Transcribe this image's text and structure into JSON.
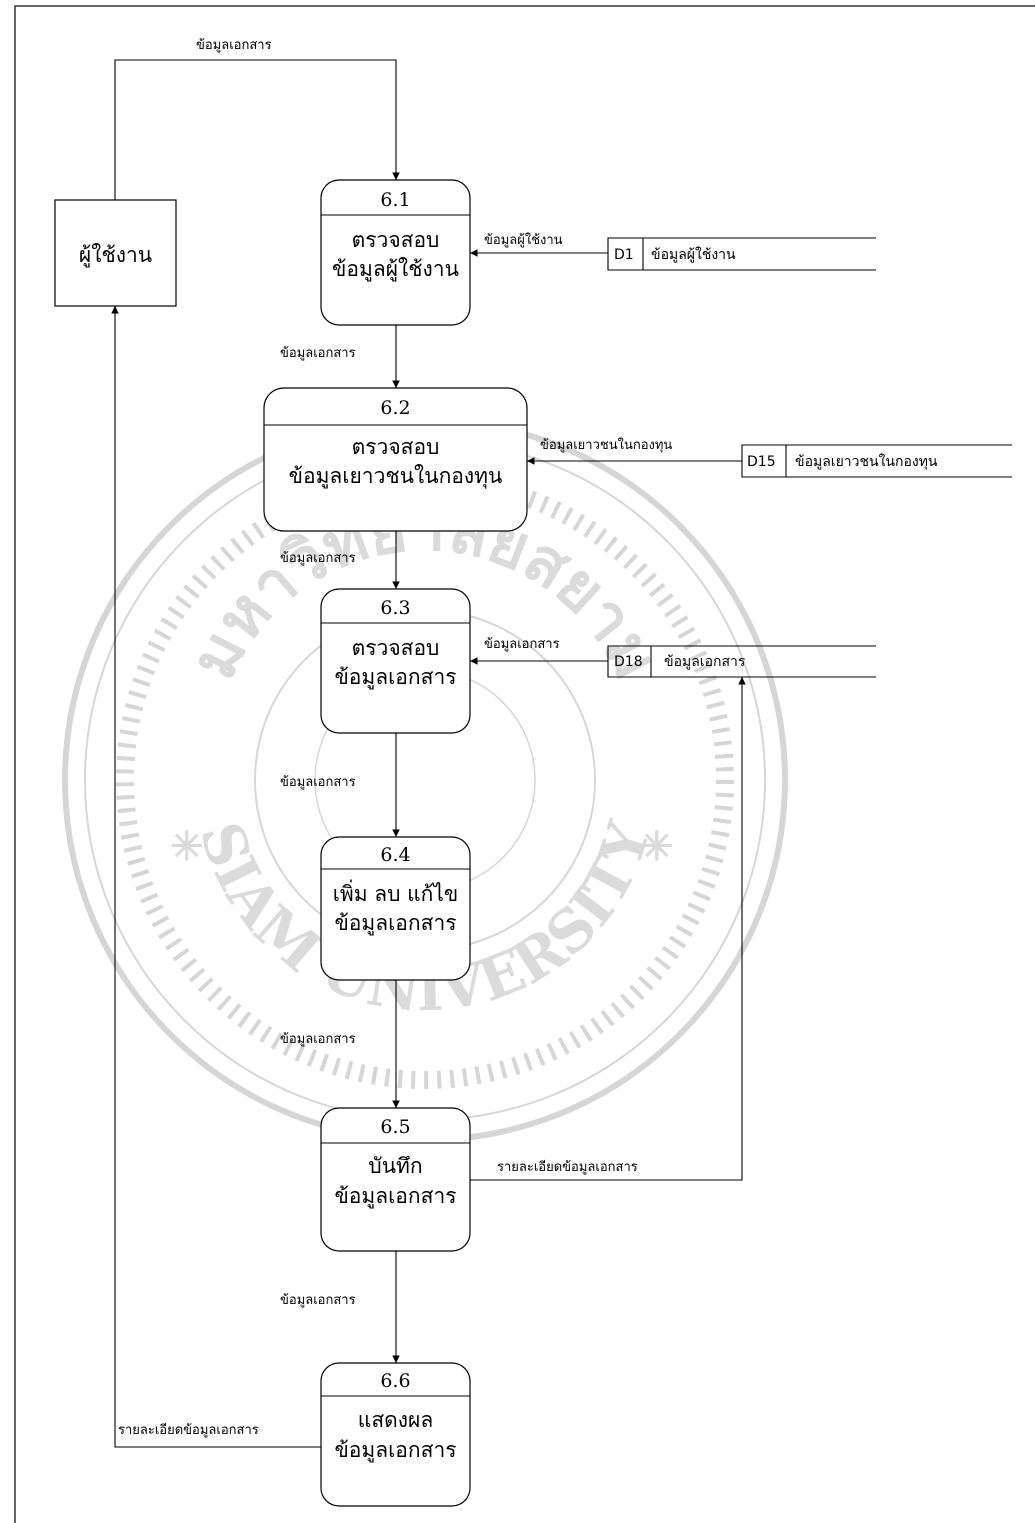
{
  "external_entity": {
    "label": "ผู้ใช้งาน"
  },
  "processes": [
    {
      "id": "6.1",
      "lines": [
        "ตรวจสอบ",
        "ข้อมูลผู้ใช้งาน"
      ]
    },
    {
      "id": "6.2",
      "lines": [
        "ตรวจสอบ",
        "ข้อมูลเยาวชนในกองทุน"
      ]
    },
    {
      "id": "6.3",
      "lines": [
        "ตรวจสอบ",
        "ข้อมูลเอกสาร"
      ]
    },
    {
      "id": "6.4",
      "lines": [
        "เพิ่ม ลบ แก้ไข",
        "ข้อมูลเอกสาร"
      ]
    },
    {
      "id": "6.5",
      "lines": [
        "บันทึก",
        "ข้อมูลเอกสาร"
      ]
    },
    {
      "id": "6.6",
      "lines": [
        "แสดงผล",
        "ข้อมูลเอกสาร"
      ]
    }
  ],
  "data_stores": [
    {
      "id": "D1",
      "name": "ข้อมูลผู้ใช้งาน"
    },
    {
      "id": "D15",
      "name": "ข้อมูลเยาวชนในกองทุน"
    },
    {
      "id": "D18",
      "name": "ข้อมูลเอกสาร"
    }
  ],
  "flows": {
    "user_to_6_1": "ข้อมูลเอกสาร",
    "d1_to_6_1": "ข้อมูลผู้ใช้งาน",
    "p6_1_to_6_2": "ข้อมูลเอกสาร",
    "d15_to_6_2": "ข้อมูลเยาวชนในกองทุน",
    "p6_2_to_6_3": "ข้อมูลเอกสาร",
    "d18_to_6_3": "ข้อมูลเอกสาร",
    "p6_3_to_6_4": "ข้อมูลเอกสาร",
    "p6_4_to_6_5": "ข้อมูลเอกสาร",
    "p6_5_to_d18": "รายละเอียดข้อมูลเอกสาร",
    "p6_5_to_6_6": "ข้อมูลเอกสาร",
    "p6_6_to_user": "รายละเอียดข้อมูลเอกสาร"
  },
  "watermark": {
    "text_top": "มหาวิทยาลัยสยาม",
    "text_bottom": "SIAM UNIVERSITY"
  }
}
